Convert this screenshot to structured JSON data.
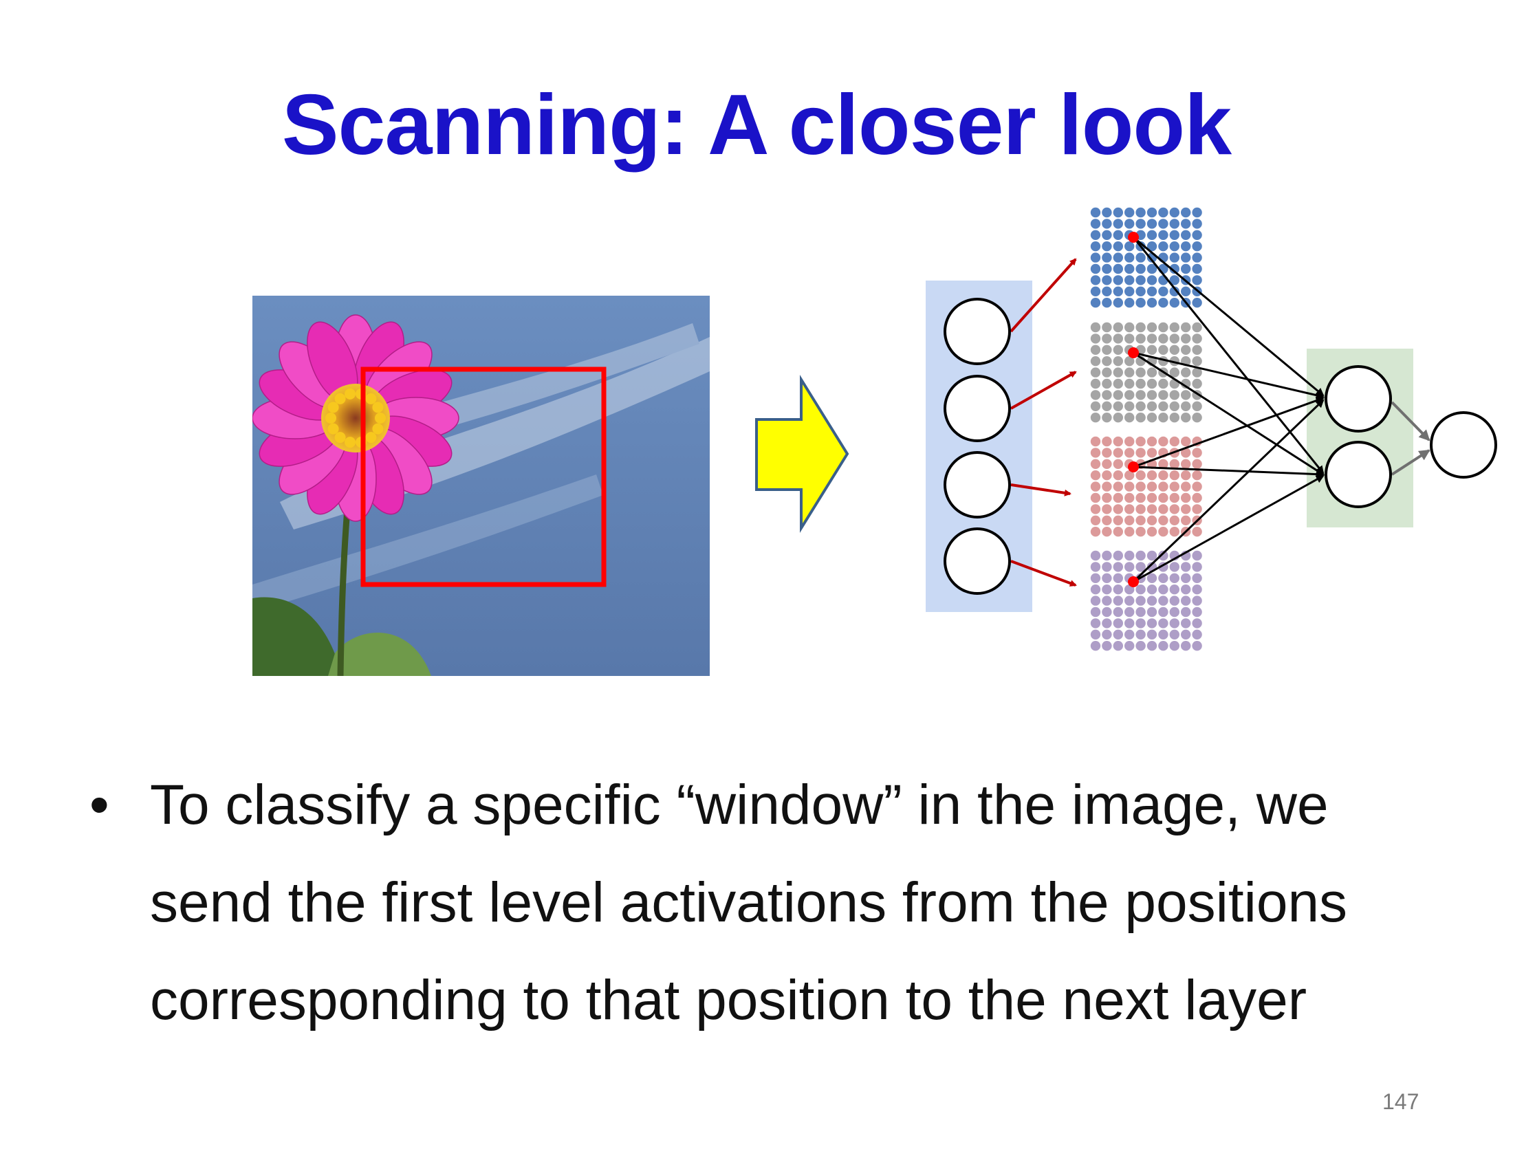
{
  "slide": {
    "title": "Scanning: A closer look",
    "bullet_symbol": "•",
    "bullet_text": "To classify a specific “window” in the image, we send the first level activations from the positions corresponding to that position to the next layer",
    "page_number": "147"
  },
  "colors": {
    "title": "#1a12c8",
    "window_box": "#ff0000",
    "sky": "#5f82b4",
    "input_layer_bg": "#c9d9f4",
    "output_layer_bg": "#d6e7d2",
    "map_blue": "#5481c0",
    "map_gray": "#a5a5a5",
    "map_red": "#dc9a9a",
    "map_purple": "#ae9ec7",
    "arrow_fill": "#ffff00",
    "arrow_stroke": "#3a5f8a",
    "feed_arrow": "#c00000"
  },
  "diagram": {
    "input_layer_nodes": 4,
    "feature_maps": [
      "blue",
      "gray",
      "red",
      "purple"
    ],
    "hidden_layer_nodes": 2,
    "output_nodes": 1
  }
}
